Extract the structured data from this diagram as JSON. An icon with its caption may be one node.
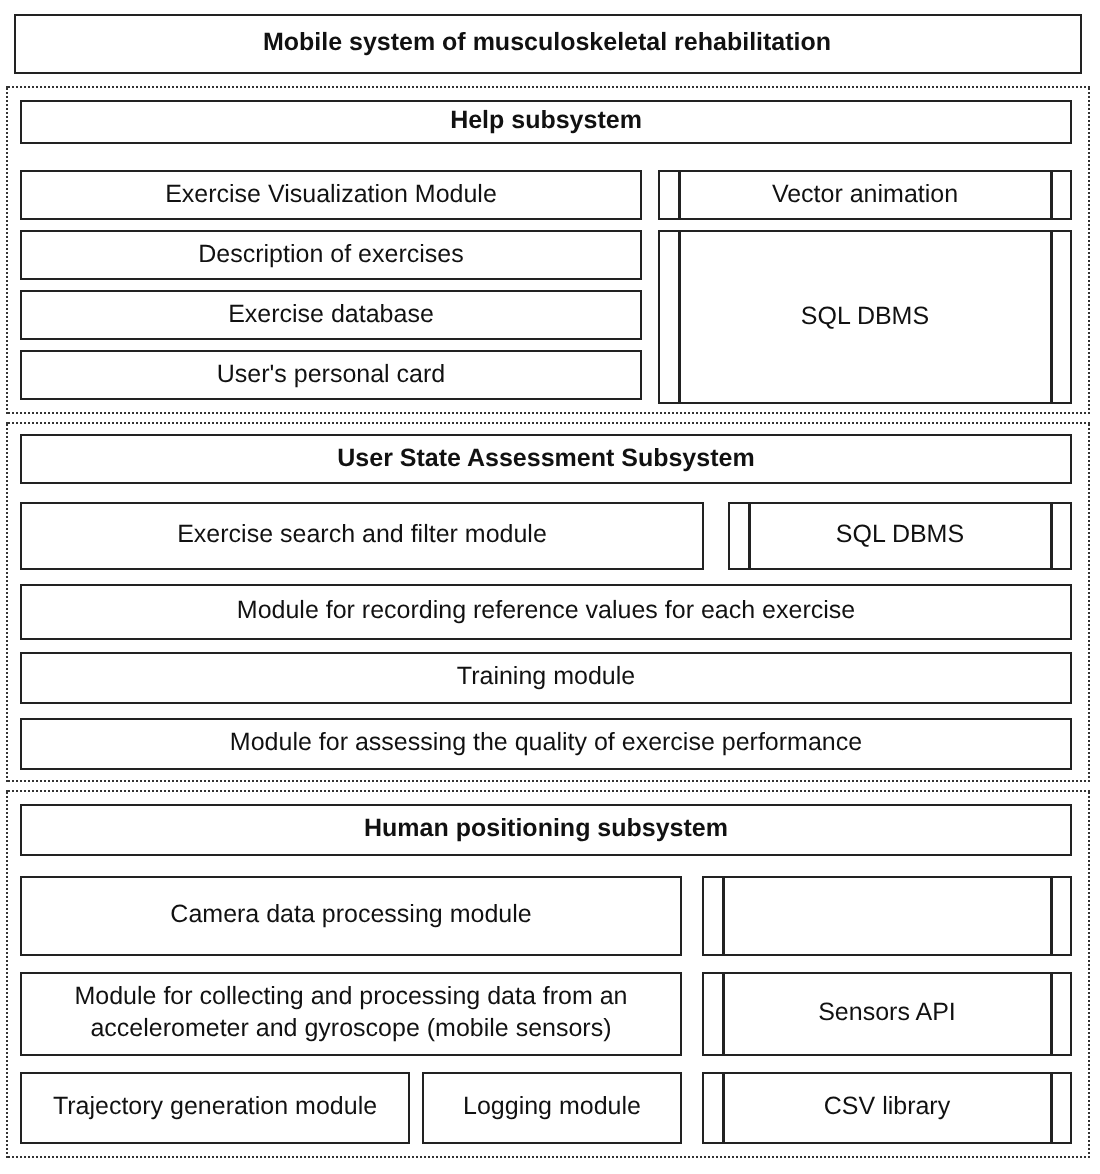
{
  "diagram": {
    "nodes": [
      {
        "text": [
          "Mobile system of musculoskeletal rehabilitation"
        ]
      },
      {
        "text": [],
        "shape": "box"
      },
      {
        "text": [
          "Help subsystem"
        ],
        "in": 1
      },
      {
        "text": [
          "Exercise Visualization Module"
        ],
        "in": 1
      },
      {
        "text": [
          "Vector animation"
        ],
        "in": 1
      },
      {
        "text": [
          "Description of exercises"
        ],
        "in": 1
      },
      {
        "text": [
          "Exercise database"
        ],
        "in": 1
      },
      {
        "text": [
          "SQL DBMS"
        ],
        "in": 1
      },
      {
        "text": [
          "User's personal card"
        ],
        "in": 1
      },
      {
        "text": [],
        "shape": "box"
      },
      {
        "text": [
          "User State Assessment Subsystem"
        ],
        "in": 9
      },
      {
        "text": [
          "Exercise search and filter module"
        ],
        "in": 9
      },
      {
        "text": [
          "SQL DBMS"
        ],
        "in": 9
      },
      {
        "text": [
          "Module for recording reference values for each exercise"
        ],
        "in": 9
      },
      {
        "text": [
          "Training module"
        ],
        "in": 9
      },
      {
        "text": [
          "Module for assessing the quality of exercise performance"
        ],
        "in": 9
      },
      {
        "text": [],
        "shape": "box"
      },
      {
        "text": [
          "Human positioning subsystem"
        ],
        "in": 16
      },
      {
        "text": [
          "Camera data processing module"
        ],
        "in": 16
      },
      {
        "text": [],
        "shape": "box",
        "in": 16
      },
      {
        "text": [
          "Module for collecting and processing data from an accelerometer and gyroscope (mobile sensors)"
        ],
        "in": 16
      },
      {
        "text": [
          "Sensors API"
        ],
        "in": 16
      },
      {
        "text": [
          "Trajectory generation module"
        ],
        "in": 16
      },
      {
        "text": [
          "Logging module"
        ],
        "in": 16
      },
      {
        "text": [
          "CSV library"
        ],
        "in": 16
      }
    ],
    "edges": []
  }
}
